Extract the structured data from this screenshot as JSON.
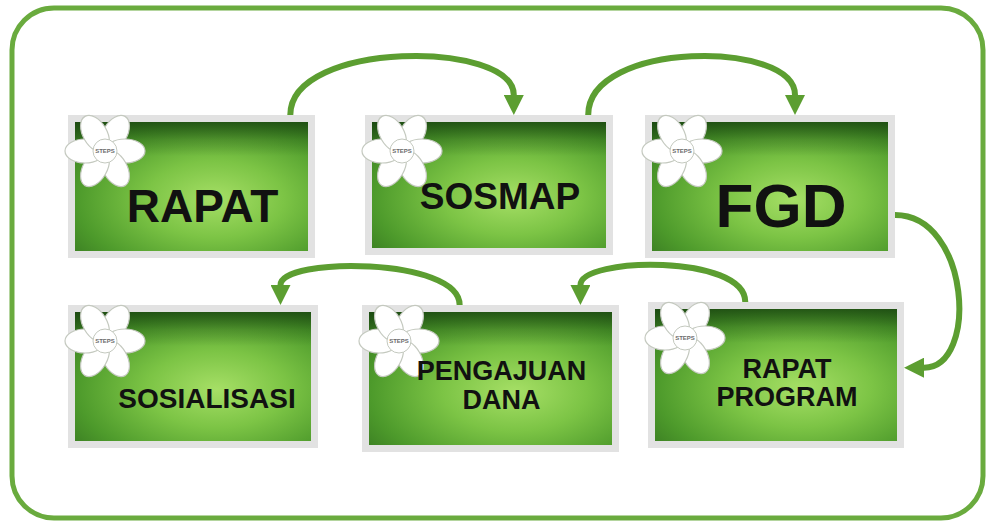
{
  "diagram": {
    "nodes": [
      {
        "text": [
          "STEPS",
          "RAPAT"
        ]
      },
      {
        "text": [
          "STEPS",
          "SOSMAP"
        ]
      },
      {
        "text": [
          "STEPS",
          "FGD"
        ]
      },
      {
        "text": [
          "STEPS",
          "SOSIALISASI"
        ]
      },
      {
        "text": [
          "STEPS",
          "PENGAJUAN DANA"
        ]
      },
      {
        "text": [
          "STEPS",
          "RAPAT PROGRAM"
        ]
      }
    ],
    "edges": [
      {
        "from": 0,
        "to": 1,
        "arrow": "to"
      },
      {
        "from": 1,
        "to": 2,
        "arrow": "to"
      },
      {
        "from": 2,
        "to": 5,
        "arrow": "to"
      },
      {
        "from": 5,
        "to": 4,
        "arrow": "to"
      },
      {
        "from": 4,
        "to": 3,
        "arrow": "to"
      }
    ]
  }
}
